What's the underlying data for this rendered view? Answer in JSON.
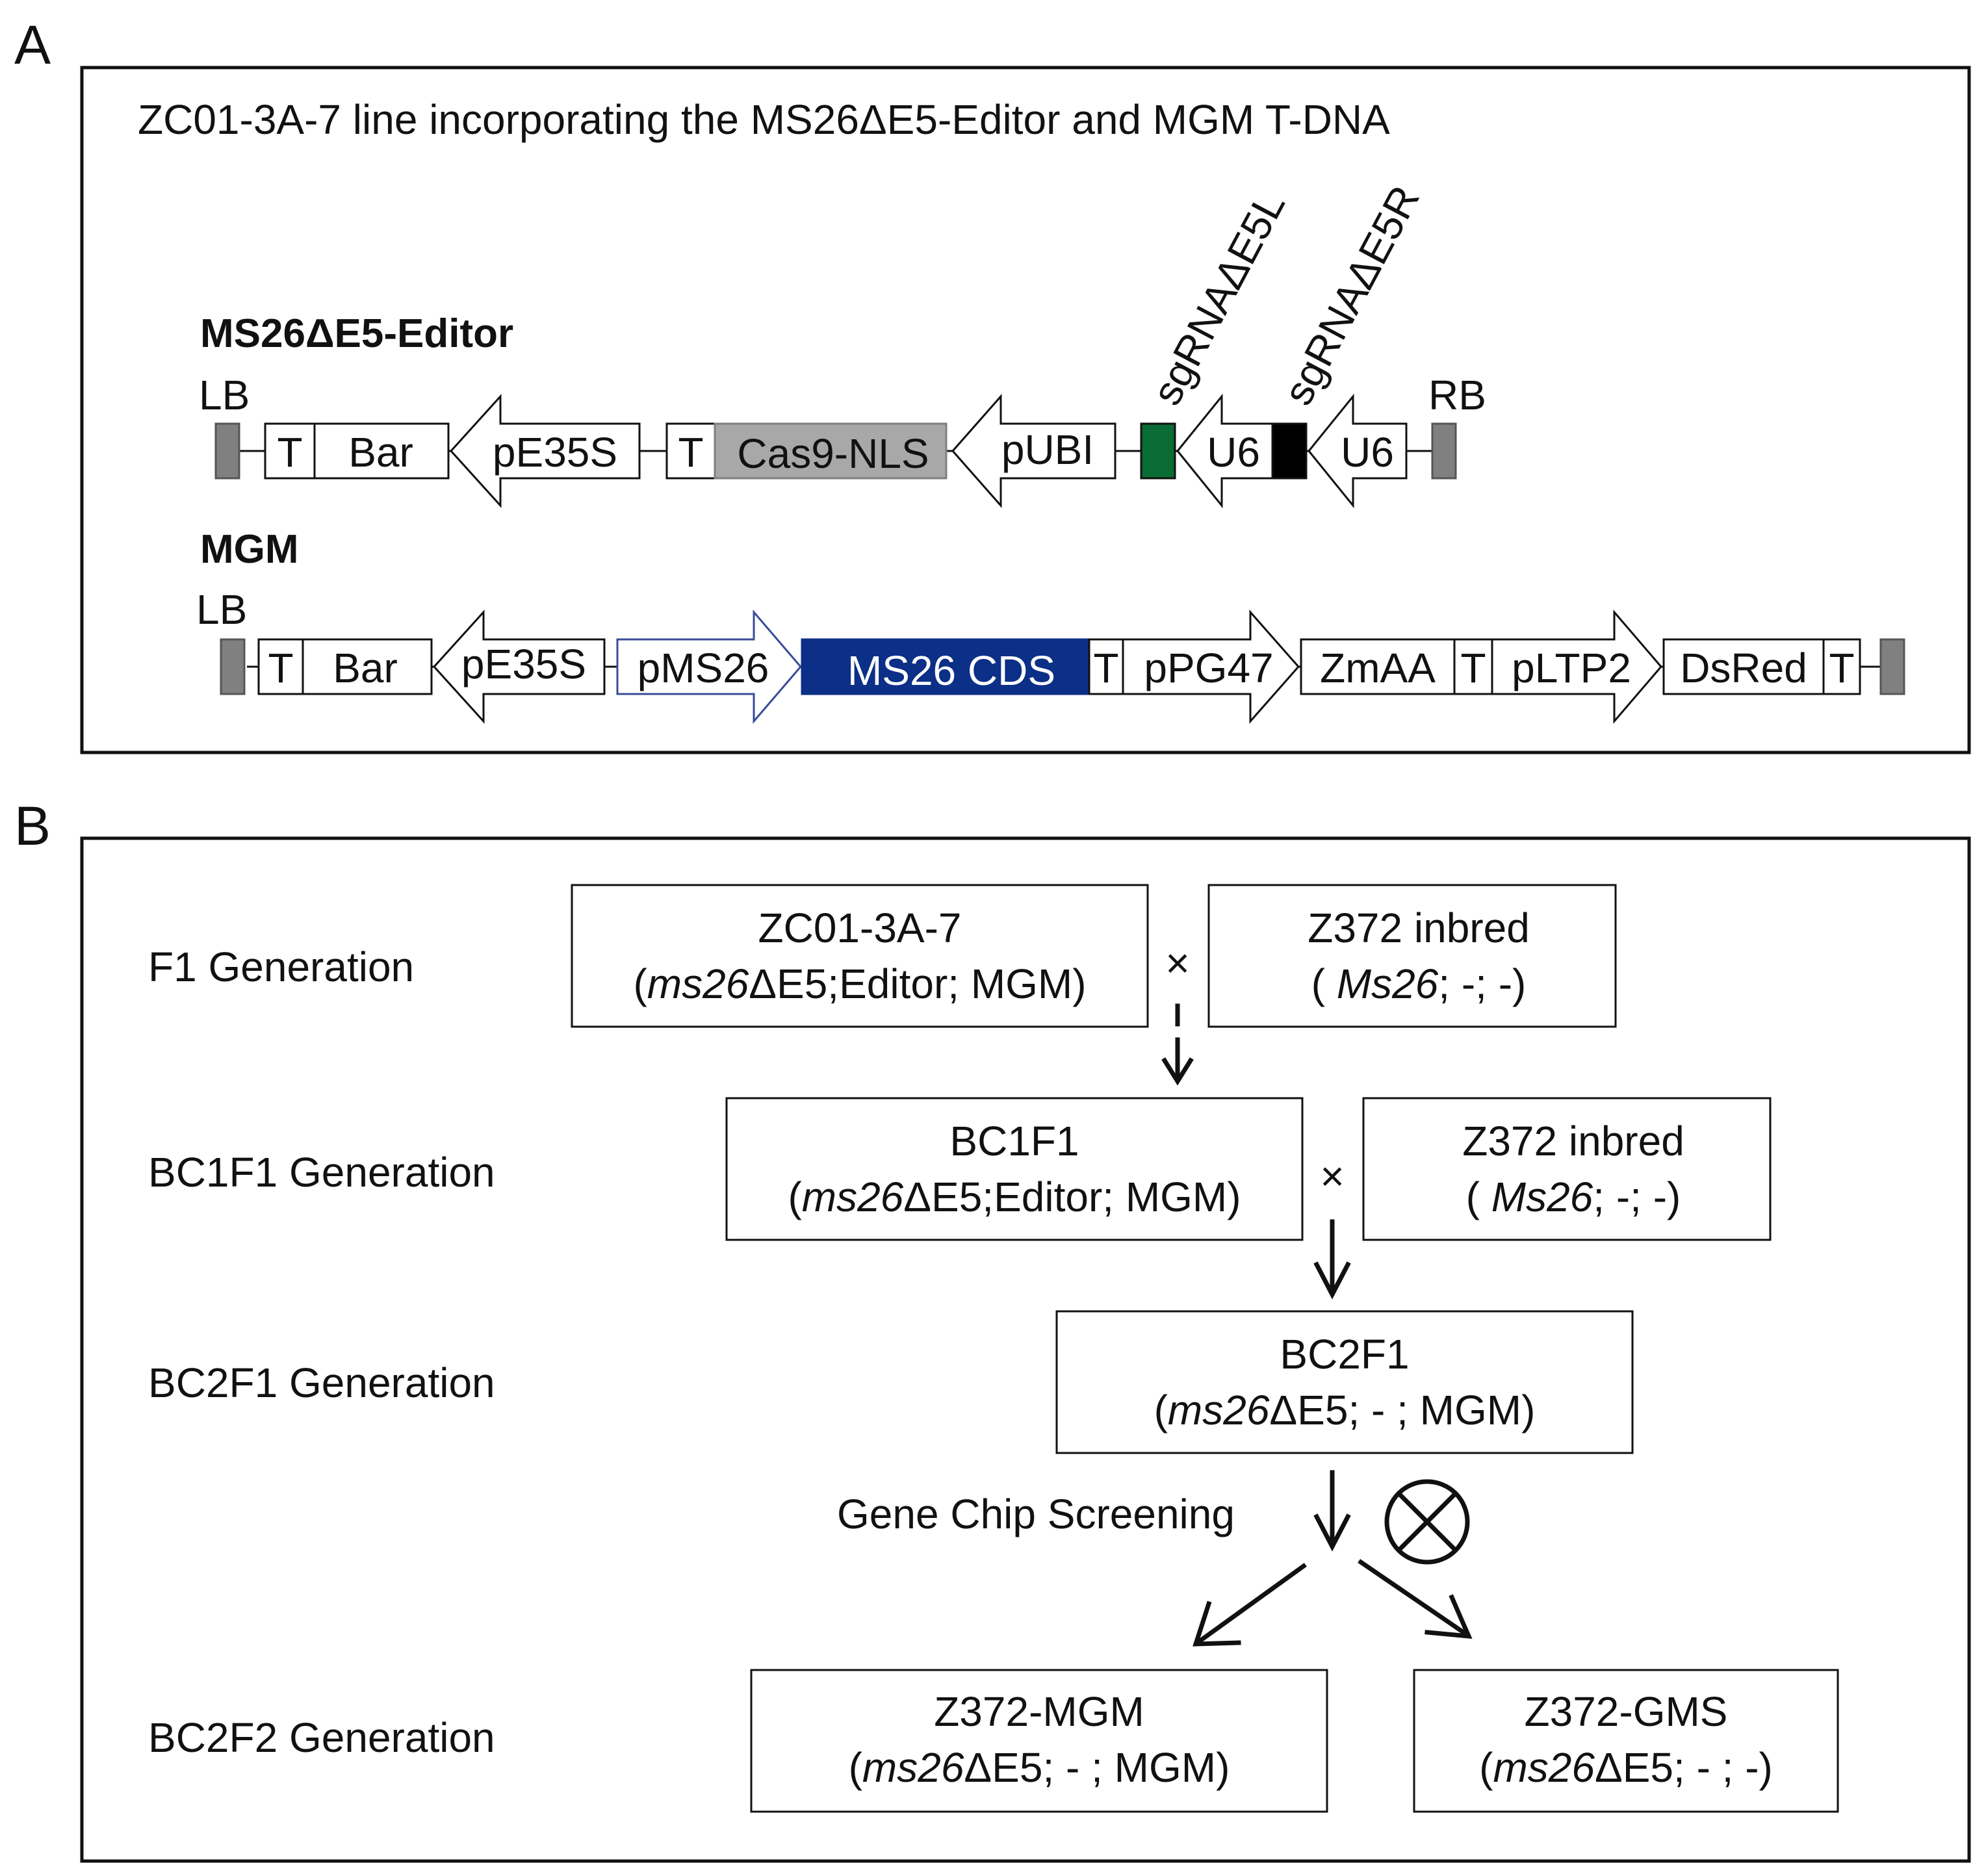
{
  "panel_a": {
    "label": "A",
    "title": "ZC01-3A-7 line incorporating the MS26ΔE5-Editor and MGM T-DNA",
    "editor": {
      "name": "MS26ΔE5-Editor",
      "lb": "LB",
      "rb": "RB",
      "sg_left": "sgRNAΔE5L",
      "sg_right": "sgRNAΔE5R",
      "elements": [
        "T",
        "Bar",
        "pE35S",
        "T",
        "Cas9-NLS",
        "pUBI",
        "U6",
        "U6"
      ]
    },
    "mgm": {
      "name": "MGM",
      "lb": "LB",
      "elements": [
        "T",
        "Bar",
        "pE35S",
        "pMS26",
        "MS26 CDS",
        "T",
        "pPG47",
        "ZmAA",
        "T",
        "pLTP2",
        "DsRed",
        "T"
      ]
    }
  },
  "panel_b": {
    "label": "B",
    "generations": [
      "F1 Generation",
      "BC1F1 Generation",
      "BC2F1 Generation",
      "BC2F2 Generation"
    ],
    "cross_symbol": "×",
    "boxes": {
      "zc01": {
        "title": "ZC01-3A-7",
        "open": "(",
        "gene": "ms26",
        "rest": "ΔE5;Editor; MGM)"
      },
      "z372_a": {
        "title": "Z372 inbred",
        "open": "( ",
        "gene": "Ms26",
        "rest": "; -; -)"
      },
      "bc1f1": {
        "title": "BC1F1",
        "open": "(",
        "gene": "ms26",
        "rest": "ΔE5;Editor; MGM)"
      },
      "z372_b": {
        "title": "Z372 inbred",
        "open": "( ",
        "gene": "Ms26",
        "rest": "; -; -)"
      },
      "bc2f1": {
        "title": "BC2F1",
        "open": "(",
        "gene": "ms26",
        "rest": "ΔE5; - ; MGM)"
      },
      "z372_mgm": {
        "title": "Z372-MGM",
        "open": "(",
        "gene": "ms26",
        "rest": "ΔE5; - ; MGM)"
      },
      "z372_gms": {
        "title": "Z372-GMS",
        "open": "(",
        "gene": "ms26",
        "rest": "ΔE5; - ; -)"
      }
    },
    "screening": "Gene Chip Screening"
  },
  "colors": {
    "green_box": "#0b6b34",
    "black_box": "#000000",
    "cas9_fill": "#a8a8a8",
    "border_gray": "#7f7f7f",
    "ms26_cds": "#0c2f87",
    "pms26_stroke": "#3a4c98"
  }
}
